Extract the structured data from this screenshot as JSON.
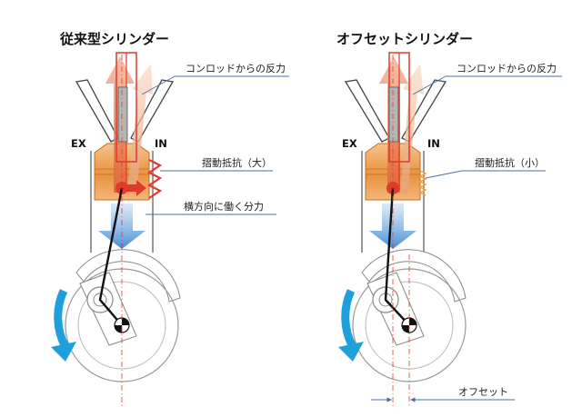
{
  "left": {
    "title": "従来型シリンダー",
    "label_reaction": "コンロッドからの反力",
    "label_friction": "摺動抵抗（大）",
    "label_side_force": "横方向に働く分力",
    "label_ex": "EX",
    "label_in": "IN"
  },
  "right": {
    "title": "オフセットシリンダー",
    "label_reaction": "コンロッドからの反力",
    "label_friction": "摺動抵抗（小）",
    "label_offset": "オフセット",
    "label_ex": "EX",
    "label_in": "IN"
  },
  "colors": {
    "accent_red": "#e03a2c",
    "piston_orange": "#e8a05a",
    "flow_blue": "#3f8fd6",
    "rotation_blue": "#1fa0dc",
    "leader_blue": "#4a6fa5"
  }
}
